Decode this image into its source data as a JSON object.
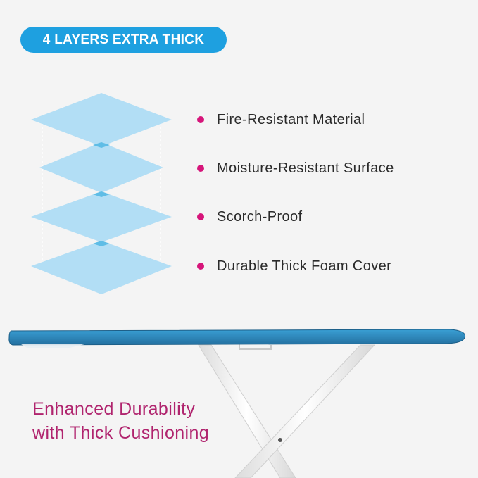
{
  "badge": {
    "label": "4 LAYERS EXTRA THICK",
    "color": "#1ea0e0"
  },
  "layers": {
    "count": 4,
    "fill": "#aedcf4",
    "join_fill": "#5fbde6"
  },
  "features": [
    {
      "label": "Fire-Resistant Material"
    },
    {
      "label": "Moisture-Resistant Surface"
    },
    {
      "label": "Scorch-Proof"
    },
    {
      "label": "Durable Thick Foam Cover"
    }
  ],
  "bullet_color": "#d6157a",
  "product": {
    "name": "ironing-board",
    "cover_color": "#2f8fc4",
    "frame_color": "#ffffff"
  },
  "tagline": {
    "line1": "Enhanced Durability",
    "line2": "with Thick Cushioning",
    "color": "#b0246e"
  }
}
